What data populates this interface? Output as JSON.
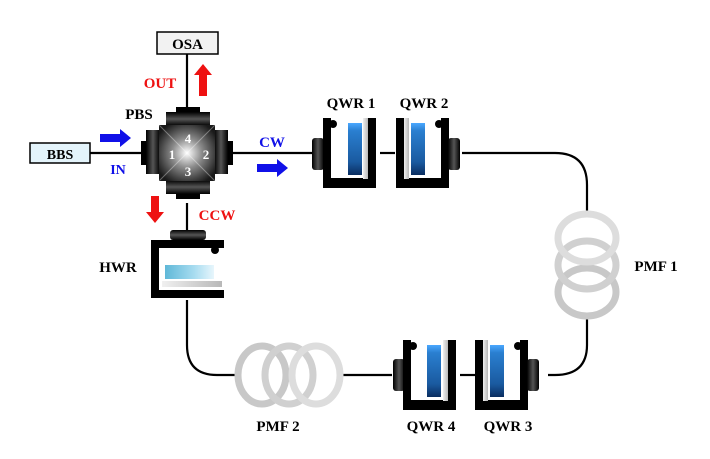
{
  "diagram": {
    "type": "optical-setup",
    "components": {
      "osa": {
        "label": "OSA"
      },
      "bbs": {
        "label": "BBS"
      },
      "pbs": {
        "label": "PBS",
        "ports": [
          "1",
          "2",
          "3",
          "4"
        ]
      },
      "qwr1": {
        "label": "QWR 1"
      },
      "qwr2": {
        "label": "QWR 2"
      },
      "qwr3": {
        "label": "QWR 3"
      },
      "qwr4": {
        "label": "QWR 4"
      },
      "hwr": {
        "label": "HWR"
      },
      "pmf1": {
        "label": "PMF 1"
      },
      "pmf2": {
        "label": "PMF 2"
      }
    },
    "arrows": {
      "in": {
        "label": "IN",
        "color": "#1010e8"
      },
      "cw": {
        "label": "CW",
        "color": "#1010e8"
      },
      "out": {
        "label": "OUT",
        "color": "#ee1111"
      },
      "ccw": {
        "label": "CCW",
        "color": "#ee1111"
      }
    },
    "connections": [
      [
        "bbs",
        "pbs.1"
      ],
      [
        "pbs.4",
        "osa"
      ],
      [
        "pbs.2",
        "qwr1"
      ],
      [
        "qwr1",
        "qwr2"
      ],
      [
        "qwr2",
        "pmf1"
      ],
      [
        "pmf1",
        "qwr3"
      ],
      [
        "qwr3",
        "qwr4"
      ],
      [
        "qwr4",
        "pmf2"
      ],
      [
        "pmf2",
        "hwr"
      ],
      [
        "hwr",
        "pbs.3"
      ]
    ]
  }
}
